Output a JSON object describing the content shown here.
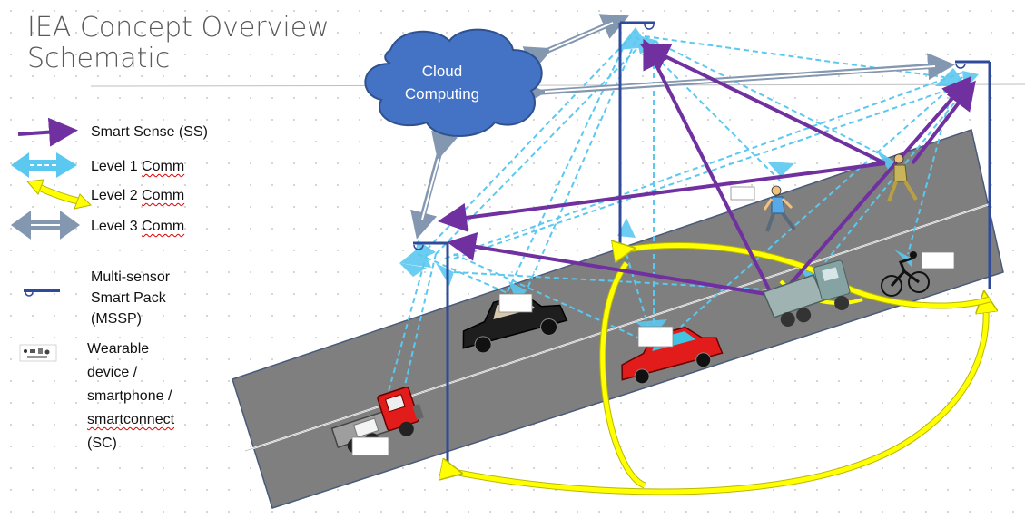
{
  "title": {
    "line1": "IEA Concept Overview",
    "line2": "Schematic"
  },
  "cloud": {
    "line1": "Cloud",
    "line2": "Computing"
  },
  "legend": {
    "smart_sense": "Smart Sense (SS)",
    "level1_prefix": "Level 1 ",
    "level1_word": "Comm",
    "level2_prefix": "Level 2 ",
    "level2_word": "Comm",
    "level3_prefix": "Level 3 ",
    "level3_word": "Comm",
    "mssp_line1": "Multi-sensor",
    "mssp_line2": "Smart Pack",
    "mssp_line3": "(MSSP)",
    "sc_line1": "Wearable",
    "sc_line2": "device /",
    "sc_line3": "smartphone /",
    "sc_line4": "smartconnect",
    "sc_line5": "(SC)"
  },
  "colors": {
    "smart_sense": "#7030a0",
    "level1": "#5bc8f0",
    "level2": "#ffff00",
    "level3": "#8497b0",
    "road": "#7f7f7f",
    "cloud": "#4472c4",
    "pole": "#2f4a9a"
  },
  "icons": {
    "mssp": "streetlight-sensor-icon",
    "sc": "wearable-device-icon",
    "vehicles": [
      "red-dump-truck",
      "black-car",
      "red-car",
      "grey-dump-truck",
      "cyclist"
    ],
    "pedestrians": [
      "pedestrian-blue",
      "pedestrian-olive"
    ]
  }
}
